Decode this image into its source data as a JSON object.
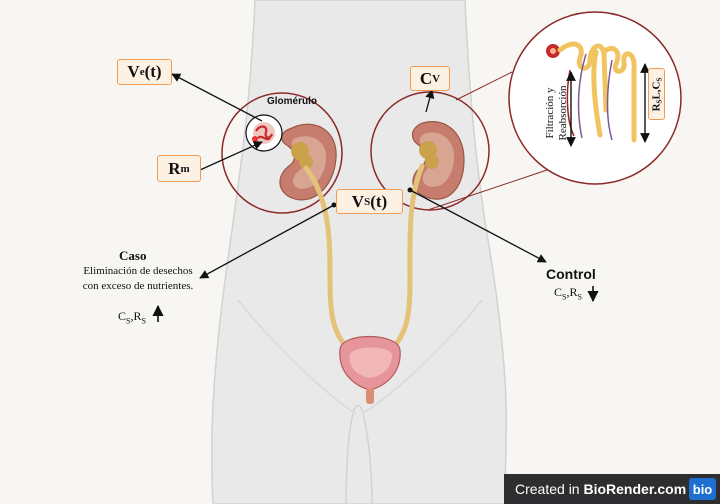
{
  "labels": {
    "ve": "V",
    "ve_sub": "e",
    "ve_tail": "(t)",
    "rm": "R",
    "rm_sub": "m",
    "glomerulo": "Glomérulo",
    "vs": "V",
    "vs_sub": "S",
    "vs_tail": "(t)",
    "cv": "C",
    "cv_sub": "V",
    "filtracion_1": "Filtración y",
    "filtracion_2": "Reabsorción",
    "rsl": "R",
    "rsl_sub1": "S",
    "rsl_mid": "L,C",
    "rsl_sub2": "S",
    "caso_title": "Caso",
    "caso_line1": "Eliminación de desechos",
    "caso_line2": "con exceso de nutrientes.",
    "caso_vars": "C",
    "caso_vars_sub1": "S",
    "caso_vars_mid": ",R",
    "caso_vars_sub2": "S",
    "control_title": "Control",
    "control_vars": "C",
    "control_vars_sub1": "S",
    "control_vars_mid": ",R",
    "control_vars_sub2": "S"
  },
  "branding": {
    "prefix": "Created in ",
    "name": "BioRender.com",
    "logo": "bio"
  },
  "arrows": {
    "caso": "up-arrow-icon",
    "control": "down-arrow-icon"
  },
  "colors": {
    "body_fill": "#e9e9e9",
    "body_stroke": "#d2d2d2",
    "circle_stroke": "#8a2a28",
    "box_fill": "#fdf1e4",
    "box_stroke": "#ef9a55",
    "kidney": "#c77d6e",
    "kidney_inner": "#d8a593",
    "ureter": "#e3c27a",
    "bladder": "#e6959a",
    "tubule": "#f2c45f",
    "vessel": "#9b2020"
  }
}
